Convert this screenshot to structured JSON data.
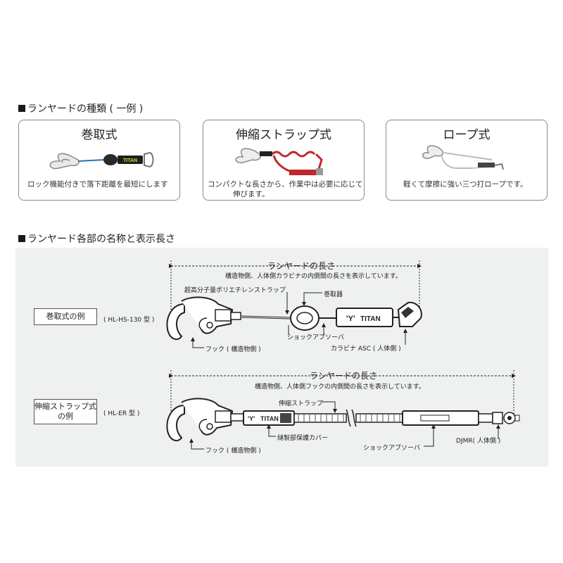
{
  "section1": {
    "title": "ランヤードの種類 ( 一例 )"
  },
  "types": [
    {
      "name": "巻取式",
      "desc": "ロック機能付きで落下距離を最短にします"
    },
    {
      "name": "伸縮ストラップ式",
      "desc_lines": [
        "コンパクトな長さから、作業中は必要に応じて",
        "伸びます。"
      ]
    },
    {
      "name": "ロープ式",
      "desc": "軽くて摩擦に強い三つ打ロープです。"
    }
  ],
  "section2": {
    "title": "ランヤード各部の名称と表示長さ"
  },
  "example1": {
    "label": "巻取式の例",
    "model": "( HL-HS-130 型 )",
    "length_title": "ランヤードの長さ",
    "length_note": "構造物側、人体側カラビナの内側間の長さを表示しています。",
    "parts": {
      "strap": "超高分子量ポリエチレンストラップ",
      "reel": "巻取器",
      "absorber": "ショックアブソーバ",
      "carabiner": "カラビナ ASC ( 人体側 )",
      "hook": "フック ( 構造物側 )"
    },
    "brand": "TITAN"
  },
  "example2": {
    "label_lines": [
      "伸縮ストラップ式",
      "の例"
    ],
    "model": "( HL-ER 型 )",
    "length_title": "ランヤードの長さ",
    "length_note": "構造物側、人体側フックの内側間の長さを表示しています。",
    "parts": {
      "strap": "伸縮ストラップ",
      "cover": "縫製部保護カバー",
      "absorber": "ショックアブソーバ",
      "djmr": "DJMR( 人体側 )",
      "hook": "フック ( 構造物側 )"
    },
    "brand": "TITAN"
  }
}
